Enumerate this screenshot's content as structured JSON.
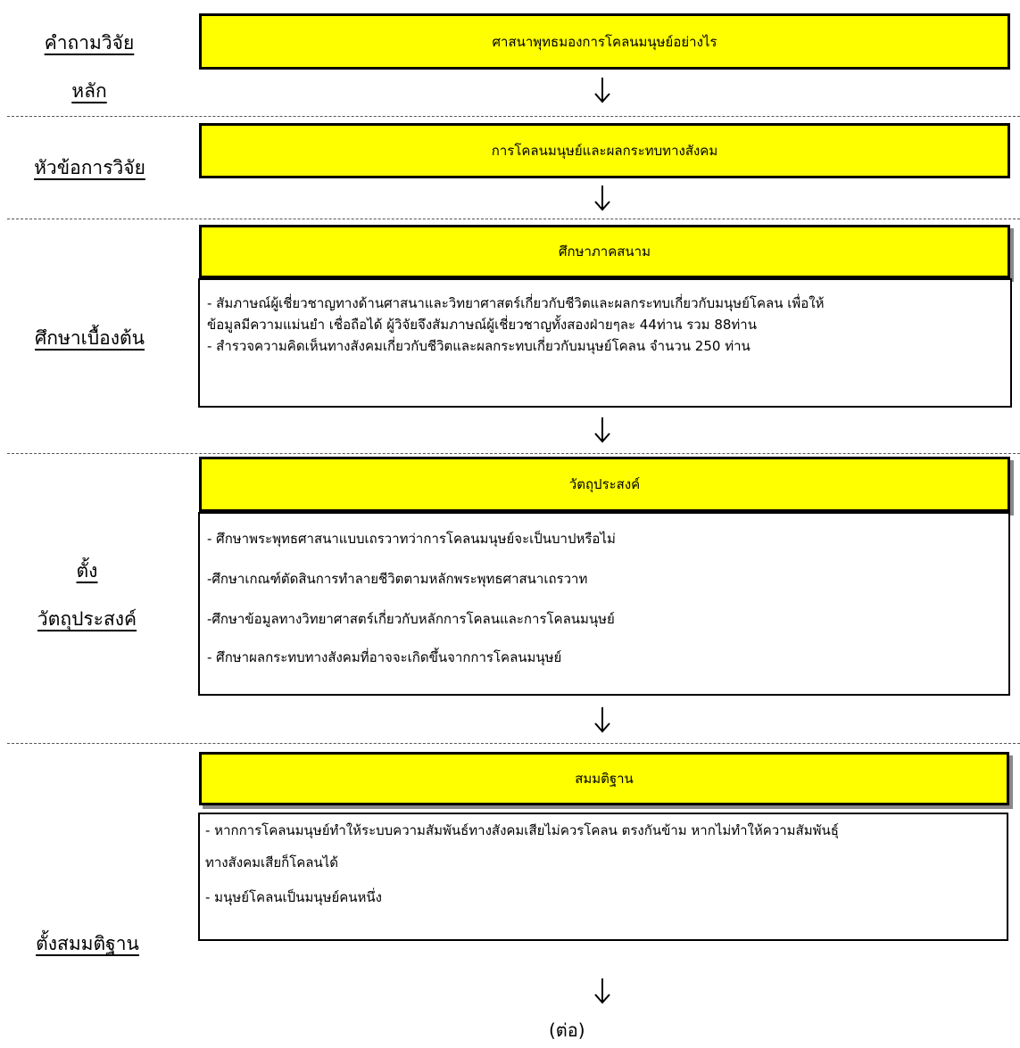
{
  "labels": {
    "main_question_line1": "คำถามวิจัย",
    "main_question_line2": "หลัก",
    "research_topic": "หัวข้อการวิจัย",
    "preliminary_study": "ศึกษาเบื้องต้น",
    "objectives_line1": "ตั้ง",
    "objectives_line2": "วัตถุประสงค์",
    "hypothesis": "ตั้งสมมติฐาน"
  },
  "boxes": {
    "question": "ศาสนาพุทธมองการโคลนมนุษย์อย่างไร",
    "topic": "การโคลนมนุษย์และผลกระทบทางสังคม",
    "field_study_title": "ศึกษาภาคสนาม",
    "field_study_lines": [
      "- สัมภาษณ์ผู้เชี่ยวชาญทางด้านศาสนาและวิทยาศาสตร์เกี่ยวกับชีวิตและผลกระทบเกี่ยวกับมนุษย์โคลน เพื่อให้",
      "ข้อมูลมีความแม่นยำ  เชื่อถือได้ ผู้วิจัยจึงสัมภาษณ์ผู้เชี่ยวชาญทั้งสองฝ่ายๆละ 44ท่าน รวม 88ท่าน",
      "- สำรวจความคิดเห็นทางสังคมเกี่ยวกับชีวิตและผลกระทบเกี่ยวกับมนุษย์โคลน จำนวน 250 ท่าน"
    ],
    "objectives_title": "วัตถุประสงค์",
    "objectives_lines": [
      "- ศึกษาพระพุทธศาสนาแบบเถรวาทว่าการโคลนมนุษย์จะเป็นบาปหรือไม่",
      "-ศึกษาเกณฑ์ตัดสินการทำลายชีวิตตามหลักพระพุทธศาสนาเถรวาท",
      "-ศึกษาข้อมูลทางวิทยาศาสตร์เกี่ยวกับหลักการโคลนและการโคลนมนุษย์",
      "- ศึกษาผลกระทบทางสังคมที่อาจจะเกิดขึ้นจากการโคลนมนุษย์"
    ],
    "hypothesis_title": "สมมติฐาน",
    "hypothesis_lines": [
      "- หากการโคลนมนุษย์ทำให้ระบบความสัมพันธ์ทางสังคมเสียไม่ควรโคลน ตรงกันข้าม หากไม่ทำให้ความสัมพันธุ์",
      "ทางสังคมเสียก็โคลนได้",
      "- มนุษย์โคลนเป็นมนุษย์คนหนึ่ง"
    ]
  },
  "continued": "(ต่อ)"
}
